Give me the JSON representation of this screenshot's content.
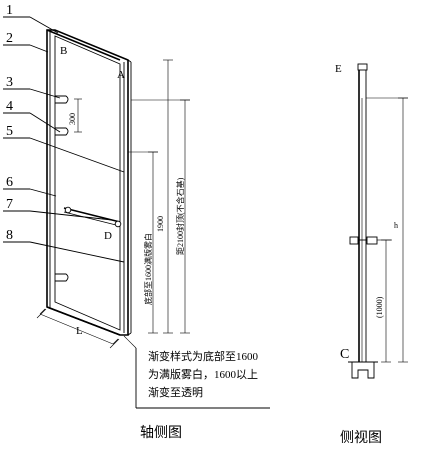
{
  "callouts": [
    "1",
    "2",
    "3",
    "4",
    "5",
    "6",
    "7",
    "8"
  ],
  "corner_letters": {
    "b": "B",
    "a": "A",
    "d": "D",
    "e": "E",
    "c": "C"
  },
  "dimensions": {
    "handle_gap": "300",
    "fog_height": "1900",
    "total_height": "距2100封顶(不含石基)",
    "fog_range": "底部至1600满版雾白",
    "width": "L",
    "side_handle": "(1000)",
    "side_mark": "h"
  },
  "note": {
    "line1": "渐变样式为底部至1600",
    "line2": "为满版雾白，1600以上",
    "line3": "渐变至透明"
  },
  "captions": {
    "axonometric": "轴侧图",
    "side": "侧视图"
  }
}
